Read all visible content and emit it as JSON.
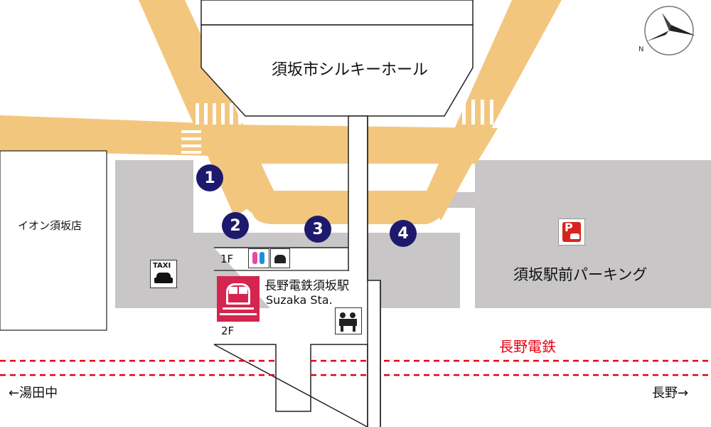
{
  "hall": {
    "label": "須坂市シルキーホール"
  },
  "aeon": {
    "label": "イオン須坂店"
  },
  "parking": {
    "label": "須坂駅前パーキング",
    "sign": "P"
  },
  "taxi": {
    "label": "TAXI"
  },
  "station": {
    "name_ja": "長野電鉄須坂駅",
    "name_en": "Suzaka Sta.",
    "floor_upper": "1F",
    "floor_lower": "2F"
  },
  "railway": {
    "label": "長野電鉄",
    "color": "#e60012",
    "west_label": "←湯田中",
    "east_label": "長野→"
  },
  "stops": [
    {
      "number": "1"
    },
    {
      "number": "2"
    },
    {
      "number": "3"
    },
    {
      "number": "4"
    }
  ],
  "colors": {
    "road": "#f3c67e",
    "building": "#c8c6c6",
    "stop_badge": "#1d1a6e",
    "station_logo": "#d4254f"
  },
  "icons": [
    "toilet-icon",
    "nursing-room-icon",
    "waiting-room-icon",
    "train-icon",
    "taxi-icon",
    "parking-icon",
    "compass-icon"
  ]
}
